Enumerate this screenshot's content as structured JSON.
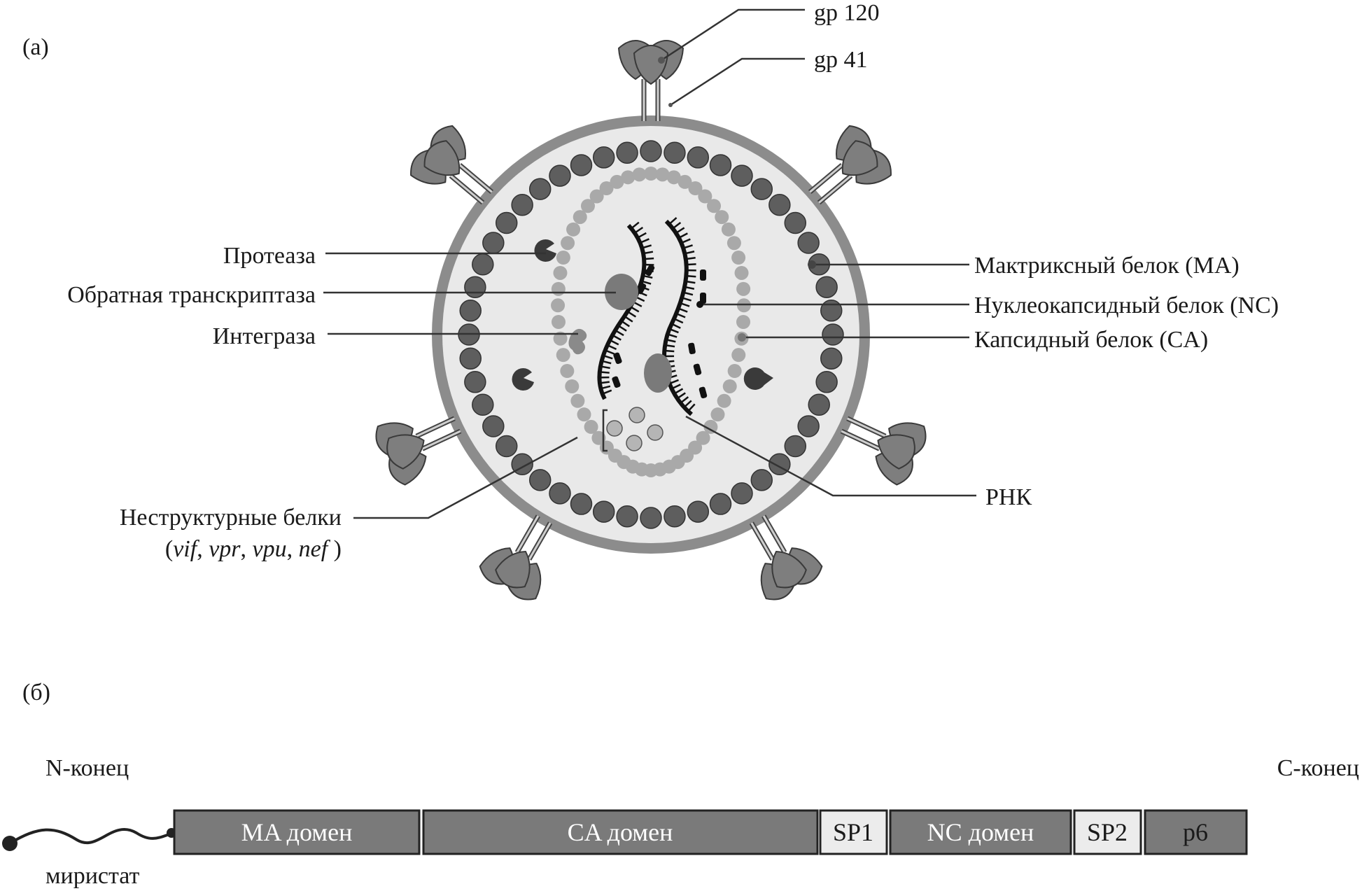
{
  "panel_a": {
    "tag": "(а)",
    "labels": {
      "gp120": "gp 120",
      "gp41": "gp 41",
      "protease": "Протеаза",
      "reverse_transcriptase": "Обратная транскриптаза",
      "integrase": "Интеграза",
      "matrix": "Мактриксный белок (MA)",
      "nucleocapsid": "Нуклеокапсидный белок (NC)",
      "capsid": "Капсидный белок (CA)",
      "rna": "РНК",
      "nonstructural": "Неструктурные белки",
      "ns_open": "(",
      "ns_vif": "vif",
      "ns_sep1": ", ",
      "ns_vpr": "vpr",
      "ns_sep2": ", ",
      "ns_vpu": "vpu",
      "ns_sep3": ", ",
      "ns_nef": "nef",
      "ns_close": " )"
    }
  },
  "panel_b": {
    "tag": "(б)",
    "n_term": "N-конец",
    "c_term": "C-конец",
    "myristate": "миристат",
    "domains": [
      "MA домен",
      "CA домен",
      "SP1",
      "NC домен",
      "SP2",
      "p6"
    ]
  },
  "colors": {
    "membrane": "#8c8c8c",
    "matrix_bead": "#5e5e5e",
    "capsid_bead": "#a9a9a9",
    "domain_dark": "#7a7a7a",
    "domain_light": "#ececec"
  }
}
